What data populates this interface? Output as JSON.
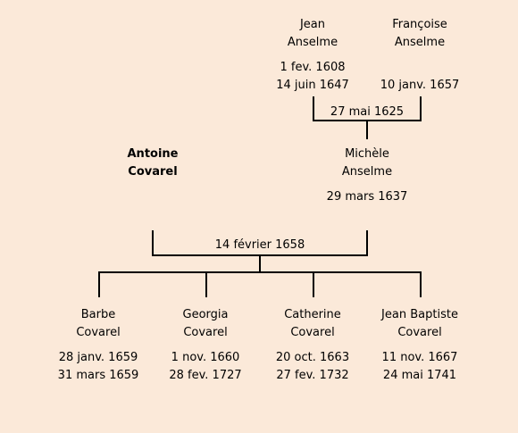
{
  "parents": {
    "father": {
      "first": "Jean",
      "last": "Anselme",
      "birth": "1 fev. 1608",
      "death": "14 juin 1647"
    },
    "mother": {
      "first": "Françoise",
      "last": "Anselme",
      "death": "10 janv. 1657"
    },
    "marriage": "27 mai 1625"
  },
  "couple": {
    "husband": {
      "first": "Antoine",
      "last": "Covarel"
    },
    "wife": {
      "first": "Michèle",
      "last": "Anselme",
      "birth": "29 mars 1637"
    },
    "marriage": "14 février 1658"
  },
  "children": [
    {
      "first": "Barbe",
      "last": "Covarel",
      "birth": "28 janv. 1659",
      "death": "31 mars 1659"
    },
    {
      "first": "Georgia",
      "last": "Covarel",
      "birth": "1 nov. 1660",
      "death": "28 fev. 1727"
    },
    {
      "first": "Catherine",
      "last": "Covarel",
      "birth": "20 oct. 1663",
      "death": "27 fev. 1732"
    },
    {
      "first": "Jean Baptiste",
      "last": "Covarel",
      "birth": "11 nov. 1667",
      "death": "24 mai 1741"
    }
  ]
}
